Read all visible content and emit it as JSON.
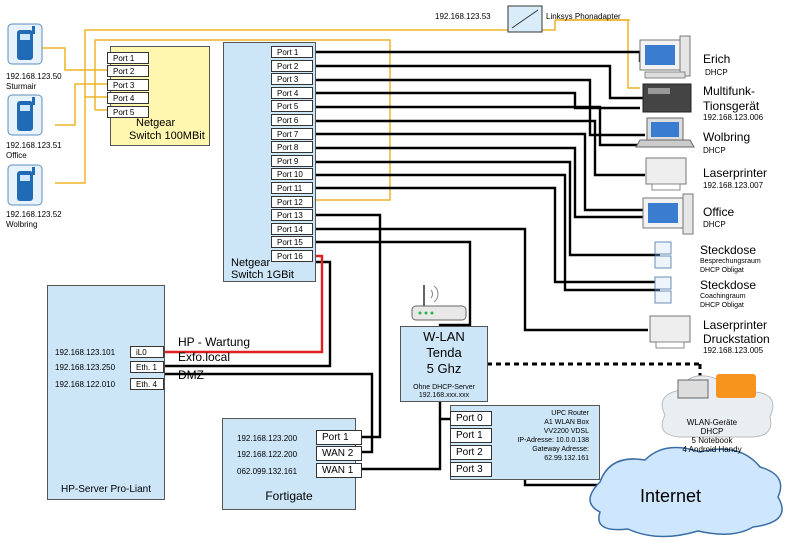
{
  "switch100": {
    "title_line1": "Netgear",
    "title_line2": "Switch 100MBit",
    "ports": [
      "Port 1",
      "Port 2",
      "Port 3",
      "Port 4",
      "Port 5"
    ]
  },
  "switch1g": {
    "title_line1": "Netgear",
    "title_line2": "Switch 1GBit",
    "ports": [
      "Port 1",
      "Port 2",
      "Port 3",
      "Port 4",
      "Port 5",
      "Port 6",
      "Port 7",
      "Port 8",
      "Port 9",
      "Port 10",
      "Port 11",
      "Port 12",
      "Port 13",
      "Port 14",
      "Port 15",
      "Port 16"
    ]
  },
  "phones": [
    {
      "ip": "192.168.123.50",
      "name": "Sturmair"
    },
    {
      "ip": "192.168.123.51",
      "name": "Office"
    },
    {
      "ip": "192.168.123.52",
      "name": "Wolbring"
    }
  ],
  "phoneadapter": {
    "ip": "192.168.123.53",
    "name": "Linksys Phonadapter"
  },
  "devices": [
    {
      "name": "Erich",
      "sub1": "DHCP",
      "sub2": ""
    },
    {
      "name": "Multifunk-",
      "sub1": "Tionsgerät",
      "sub2": "192.168.123.006"
    },
    {
      "name": "Wolbring",
      "sub1": "DHCP",
      "sub2": ""
    },
    {
      "name": "Laserprinter",
      "sub1": "192.168.123.007",
      "sub2": ""
    },
    {
      "name": "Office",
      "sub1": "DHCP",
      "sub2": ""
    },
    {
      "name": "Steckdose",
      "sub1": "Besprechungsraum",
      "sub2": "DHCP Obligat"
    },
    {
      "name": "Steckdose",
      "sub1": "Coachingraum",
      "sub2": "DHCP Obligat"
    },
    {
      "name": "Laserprinter",
      "sub1": "Druckstation",
      "sub2": "192.168.123.005"
    }
  ],
  "server": {
    "title": "HP-Server Pro-Liant",
    "ports": [
      {
        "label": "iL0",
        "ip": "192.168.123.101",
        "line": "HP - Wartung"
      },
      {
        "label": "Eth. 1",
        "ip": "192.168.123.250",
        "line": "Exfo.local"
      },
      {
        "label": "Eth. 4",
        "ip": "192.168.122.010",
        "line": "DMZ"
      }
    ]
  },
  "wlan": {
    "line1": "W-LAN",
    "line2": "Tenda",
    "line3": "5 Ghz",
    "note": "Ohne  DHCP-Server",
    "ip": "192.168.xxx.xxx"
  },
  "wlan_devices": {
    "title": "WLAN-Geräte",
    "line2": "DHCP",
    "line3": "5 Notebook",
    "line4": "4 Android Handy"
  },
  "fortigate": {
    "title": "Fortigate",
    "ports": [
      {
        "label": "Port 1",
        "ip": "192.168.123.200"
      },
      {
        "label": "WAN 2",
        "ip": "192.168.122.200"
      },
      {
        "label": "WAN 1",
        "ip": "062.099.132.161"
      }
    ]
  },
  "router": {
    "ports": [
      "Port 0",
      "Port 1",
      "Port 2",
      "Port 3"
    ],
    "lines": [
      "UPC Router",
      "A1 WLAN Box",
      "VV2200 VDSL",
      "IP-Adresse: 10.0.0.138",
      "Gateway Adresse:",
      "62.99.132.161"
    ]
  },
  "internet": {
    "label": "Internet"
  },
  "colors": {
    "box_fill": "#cde6f7",
    "switch100_fill": "#fff6b0",
    "phone_wire": "#f0b429",
    "red_wire": "#e02020",
    "cable": "#000000"
  }
}
